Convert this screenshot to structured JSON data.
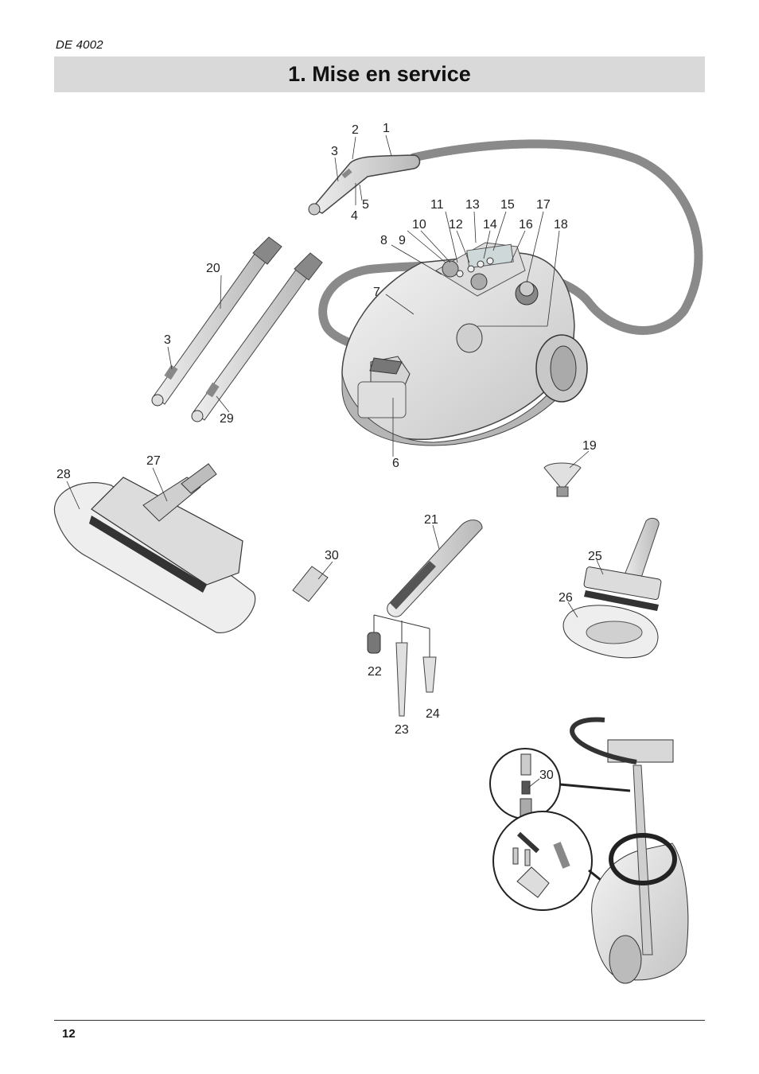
{
  "header": {
    "model": "DE 4002",
    "title": "1. Mise en service"
  },
  "footer": {
    "page_number": "12"
  },
  "figure": {
    "callouts": {
      "c1": "1",
      "c2": "2",
      "c3a": "3",
      "c4": "4",
      "c5": "5",
      "c6": "6",
      "c7": "7",
      "c8": "8",
      "c9": "9",
      "c10": "10",
      "c11": "11",
      "c12": "12",
      "c13": "13",
      "c14": "14",
      "c15": "15",
      "c16": "16",
      "c17": "17",
      "c18": "18",
      "c19": "19",
      "c20": "20",
      "c3b": "3",
      "c21": "21",
      "c22": "22",
      "c23": "23",
      "c24": "24",
      "c25": "25",
      "c26": "26",
      "c27": "27",
      "c28": "28",
      "c29": "29",
      "c30a": "30",
      "c30b": "30"
    }
  }
}
